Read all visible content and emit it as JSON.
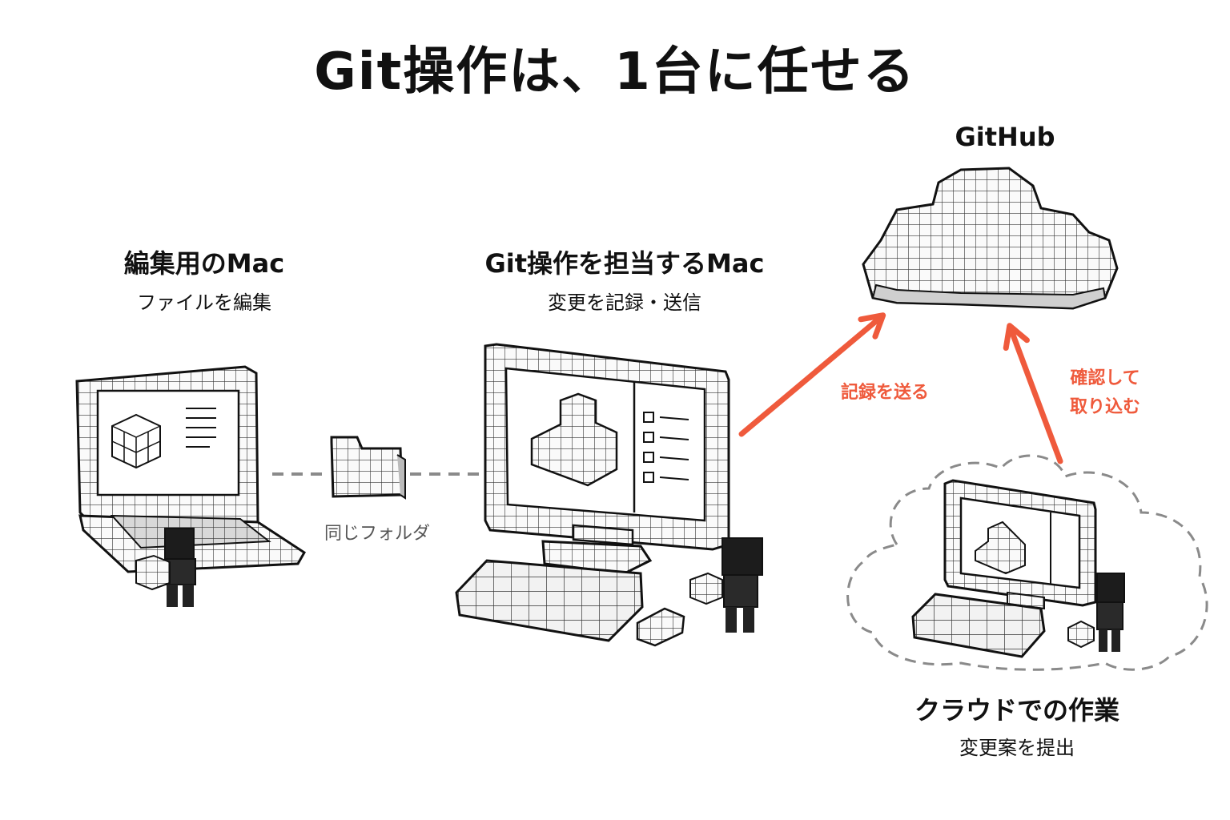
{
  "title": "Git操作は、1台に任せる",
  "github": {
    "label": "GitHub"
  },
  "edit_mac": {
    "title": "編集用のMac",
    "subtitle": "ファイルを編集"
  },
  "git_mac": {
    "title": "Git操作を担当するMac",
    "subtitle": "変更を記録・送信"
  },
  "shared_folder": {
    "label": "同じフォルダ"
  },
  "push_arrow": {
    "label": "記録を送る"
  },
  "pull_arrow": {
    "line1": "確認して",
    "line2": "取り込む"
  },
  "cloud_work": {
    "title": "クラウドでの作業",
    "subtitle": "変更案を提出"
  },
  "colors": {
    "accent": "#ef5a3c",
    "ink": "#111111",
    "dashed": "#8a8a8a"
  }
}
